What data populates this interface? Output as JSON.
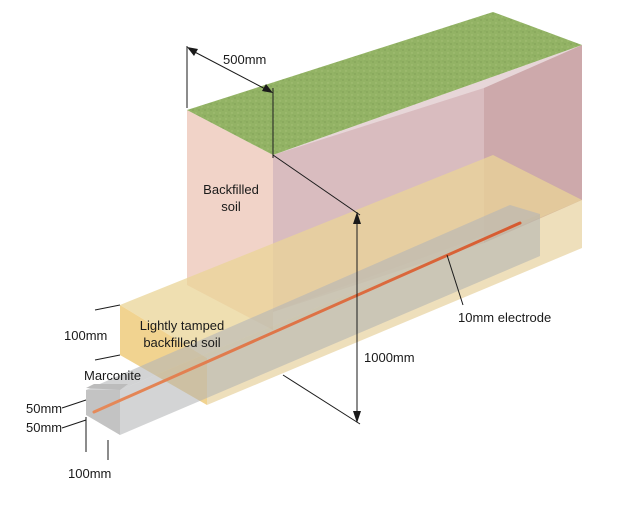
{
  "labels": {
    "top_width": "500mm",
    "backfilled_soil_line1": "Backfilled",
    "backfilled_soil_line2": "soil",
    "lightly_tamped_line1": "Lightly tamped",
    "lightly_tamped_line2": "backfilled soil",
    "tamped_layer_height": "100mm",
    "electrode": "10mm electrode",
    "depth": "1000mm",
    "marconite": "Marconite",
    "marconite_upper": "50mm",
    "marconite_lower": "50mm",
    "marconite_width": "100mm"
  },
  "colors": {
    "grass": "#93b365",
    "backfill_front": "#ecc9bd",
    "backfill_side": "#c9a3a3",
    "tamped_front": "#efcf86",
    "tamped_top": "#e8d49a",
    "marconite_front": "#c4c4c4",
    "marconite_top": "#b2b4b6",
    "electrode": "#dd6a3e",
    "lines": "#1a1a1a"
  }
}
